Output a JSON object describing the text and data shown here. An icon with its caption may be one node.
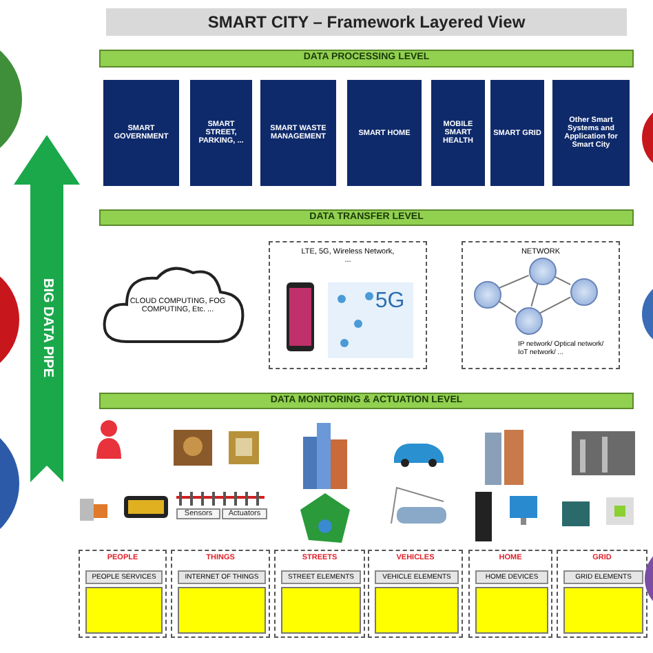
{
  "diagram": {
    "title": "SMART CITY – Framework Layered View",
    "nodes": [
      {
        "text": [
          "DATA PROCESSING LEVEL"
        ]
      },
      {
        "text": [
          "SMART GOVERNMENT"
        ]
      },
      {
        "text": [
          "SMART STREET, PARKING, ..."
        ]
      },
      {
        "text": [
          "SMART WASTE MANAGEMENT"
        ]
      },
      {
        "text": [
          "SMART HOME"
        ]
      },
      {
        "text": [
          "MOBILE SMART HEALTH"
        ]
      },
      {
        "text": [
          "SMART GRID"
        ]
      },
      {
        "text": [
          "Other Smart Systems and Application for Smart City"
        ]
      },
      {
        "text": [
          "DATA TRANSFER LEVEL"
        ]
      },
      {
        "text": [
          "CLOUD COMPUTING, FOG COMPUTING, Etc. ..."
        ]
      },
      {
        "text": [
          "LTE, 5G, Wireless Network, ..."
        ]
      },
      {
        "text": [
          "NETWORK",
          "IP network/ Optical network/ IoT network/ ..."
        ]
      },
      {
        "text": [],
        "shape": "circle",
        "in": 11
      },
      {
        "text": [],
        "shape": "circle",
        "in": 11
      },
      {
        "text": [],
        "shape": "circle",
        "in": 11
      },
      {
        "text": [],
        "shape": "circle",
        "in": 11
      },
      {
        "text": [
          "DATA MONITORING & ACTUATION LEVEL"
        ]
      },
      {
        "text": [
          "PEOPLE"
        ]
      },
      {
        "text": [
          "PEOPLE SERVICES"
        ],
        "in": 17
      },
      {
        "text": [],
        "shape": "box",
        "in": 17
      },
      {
        "text": [
          "THINGS"
        ]
      },
      {
        "text": [
          "INTERNET OF THINGS"
        ],
        "in": 20
      },
      {
        "text": [],
        "shape": "box",
        "in": 20
      },
      {
        "text": [
          "STREETS"
        ]
      },
      {
        "text": [
          "STREET ELEMENTS"
        ],
        "in": 23
      },
      {
        "text": [],
        "shape": "box",
        "in": 23
      },
      {
        "text": [
          "VEHICLES"
        ]
      },
      {
        "text": [
          "VEHICLE ELEMENTS"
        ],
        "in": 26
      },
      {
        "text": [],
        "shape": "box",
        "in": 26
      },
      {
        "text": [
          "HOME"
        ]
      },
      {
        "text": [
          "HOME DEVICES"
        ],
        "in": 29
      },
      {
        "text": [],
        "shape": "box",
        "in": 29
      },
      {
        "text": [
          "GRID"
        ]
      },
      {
        "text": [
          "GRID ELEMENTS"
        ],
        "in": 32
      },
      {
        "text": [],
        "shape": "box",
        "in": 32
      },
      {
        "text": [
          "BIG DATA PIPE"
        ]
      },
      {
        "text": [],
        "shape": "circle"
      },
      {
        "text": [],
        "shape": "circle"
      },
      {
        "text": [],
        "shape": "circle"
      },
      {
        "text": [],
        "shape": "circle"
      },
      {
        "text": [],
        "shape": "circle"
      },
      {
        "text": [],
        "shape": "circle"
      }
    ],
    "edges": [
      {
        "from": 12,
        "to": 13,
        "arrow": "none"
      },
      {
        "from": 13,
        "to": 15,
        "arrow": "none"
      },
      {
        "from": 12,
        "to": 14,
        "arrow": "none"
      },
      {
        "from": 13,
        "to": 14,
        "arrow": "none"
      },
      {
        "from": 15,
        "to": 14,
        "arrow": "none"
      }
    ],
    "labels": [
      "5G",
      "Sensors",
      "Actuators"
    ]
  }
}
